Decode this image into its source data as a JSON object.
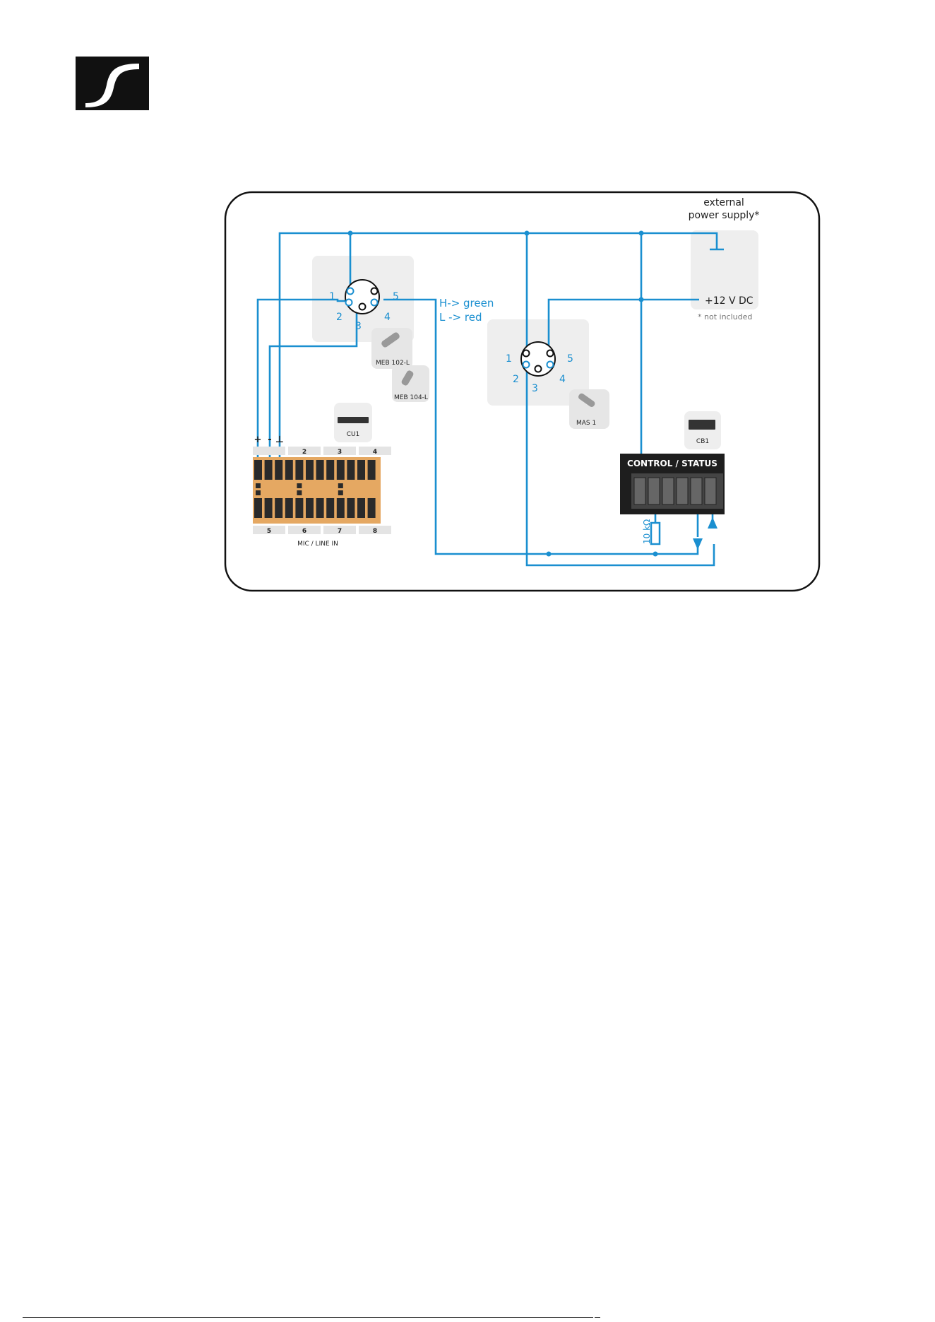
{
  "logo": {
    "name": "brand-logo"
  },
  "colors": {
    "wire": "#1a8fd0",
    "panel": "#eeeeee",
    "orange": "#e5a862",
    "dark": "#1e1e1e"
  },
  "power_supply": {
    "title_line1": "external",
    "title_line2": "power supply*",
    "voltage": "+12 V DC",
    "footnote": "* not included",
    "ground_symbol": "⊥"
  },
  "connector_left": {
    "pins": [
      "1",
      "2",
      "3",
      "4",
      "5"
    ],
    "note_h": "H-> green",
    "note_l": "L -> red",
    "accessories": [
      "MEB 102-L",
      "MEB 104-L"
    ]
  },
  "connector_right": {
    "pins": [
      "1",
      "2",
      "3",
      "4",
      "5"
    ],
    "accessory": "MAS 1"
  },
  "devices": {
    "cu1": "CU1",
    "cb1": "CB1"
  },
  "terminal_block": {
    "polarity": [
      "+",
      "-",
      "⊥"
    ],
    "top_channels": [
      "2",
      "3",
      "4"
    ],
    "bottom_channels": [
      "5",
      "6",
      "7",
      "8"
    ],
    "label": "MIC / LINE IN"
  },
  "control_status": {
    "label": "CONTROL / STATUS"
  },
  "resistor": {
    "label": "10 kΩ"
  }
}
